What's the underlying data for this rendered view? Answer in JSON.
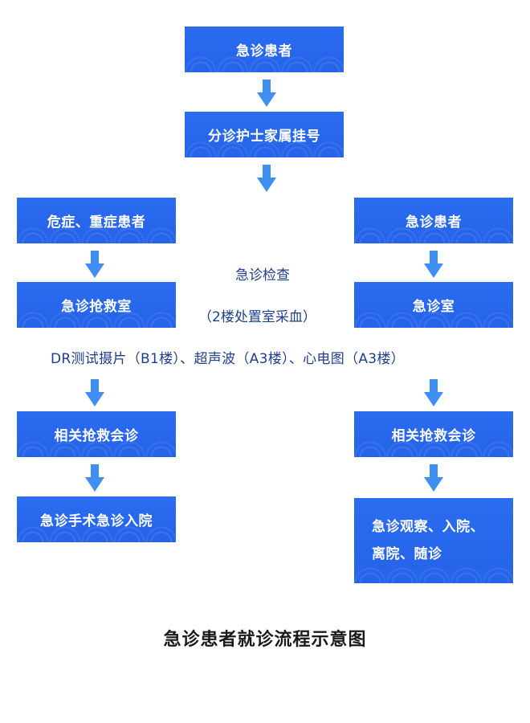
{
  "boxes": {
    "patient_top": "急诊患者",
    "triage": "分诊护士家属挂号",
    "critical": "危症、重症患者",
    "rescue_room": "急诊抢救室",
    "rescue_consult_left": "相关抢救会诊",
    "surgery": "急诊手术急诊入院",
    "patient_right": "急诊患者",
    "er_room": "急诊室",
    "rescue_consult_right": "相关抢救会诊",
    "observe_line1": "急诊观察、入院、",
    "observe_line2": "离院、随诊"
  },
  "labels": {
    "exam": "急诊检查",
    "blood": "（2楼处置室采血）",
    "imaging": "DR测试摄片（B1楼）、超声波（A3楼）、心电图（A3楼）"
  },
  "caption": "急诊患者就诊流程示意图",
  "colors": {
    "box": "#2d6ef0",
    "arrow": "#3f8ff2",
    "label": "#1f3f8c"
  }
}
